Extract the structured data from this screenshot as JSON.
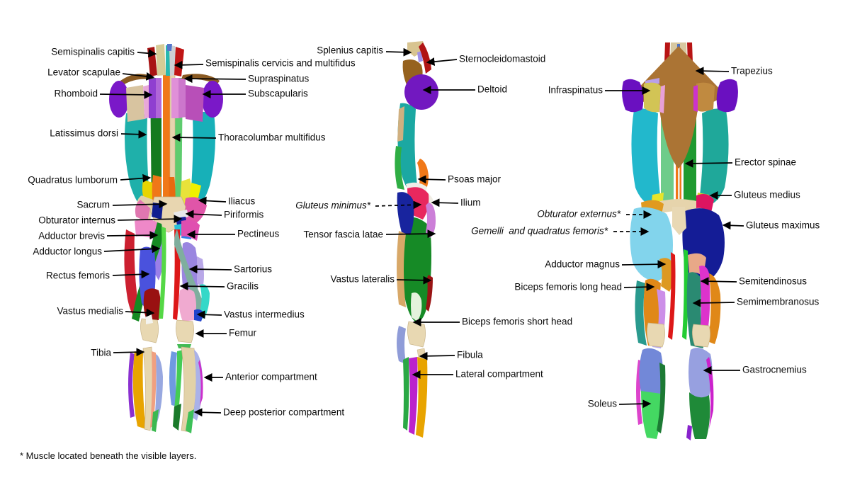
{
  "footnote": "* Muscle located beneath the visible layers.",
  "figure1": {
    "left_labels": [
      "Semispinalis capitis",
      "Levator scapulae",
      "Rhomboid",
      "Latissimus dorsi",
      "Quadratus lumborum",
      "Sacrum",
      "Obturator internus",
      "Adductor brevis",
      "Adductor longus",
      "Rectus femoris",
      "Vastus medialis",
      "Tibia"
    ],
    "right_labels": [
      "Semispinalis cervicis and multifidus",
      "Supraspinatus",
      "Subscapularis",
      "Thoracolumbar multifidus",
      "Iliacus",
      "Piriformis",
      "Pectineus",
      "Sartorius",
      "Gracilis",
      "Vastus intermedius",
      "Femur",
      "Anterior compartment",
      "Deep posterior compartment"
    ]
  },
  "figure2": {
    "left_labels": [
      "Splenius capitis",
      "Gluteus minimus*",
      "Tensor fascia latae",
      "Vastus lateralis"
    ],
    "right_labels": [
      "Sternocleidomastoid",
      "Deltoid",
      "Psoas major",
      "Ilium",
      "Biceps femoris short head",
      "Fibula",
      "Lateral compartment"
    ]
  },
  "figure3": {
    "left_labels": [
      "Infraspinatus",
      "Obturator externus*",
      "Gemelli  and quadratus femoris*",
      "Adductor magnus",
      "Biceps femoris long head",
      "Soleus"
    ],
    "right_labels": [
      "Trapezius",
      "Erector spinae",
      "Gluteus medius",
      "Gluteus maximus",
      "Semitendinosus",
      "Semimembranosus",
      "Gastrocnemius"
    ]
  },
  "palette": {
    "background": "#ffffff",
    "label_text": "#0a0a0a",
    "arrow": "#000000",
    "bone_tan": "#e6d4ae",
    "lats_teal": "#1fb0aa",
    "erector_green": "#1f9a30",
    "multifidus_orange": "#f07818",
    "deltoid_purple": "#7218c0",
    "trapezius_brown": "#ab7434",
    "gluteus_maximus_navy": "#141c96",
    "deep_gluteal_lightblue": "#82d4ec",
    "gluteus_medius_crimson": "#dd1560",
    "semitendinosus_magenta": "#dd33cc",
    "semimembranosus_seagreen": "#2a8a72",
    "gastrocnemius_slate": "#97a0e0",
    "soleus_green": "#44d862",
    "rectus_femoris_blue": "#4a52dd",
    "vastus_medialis_darkred": "#991111"
  }
}
